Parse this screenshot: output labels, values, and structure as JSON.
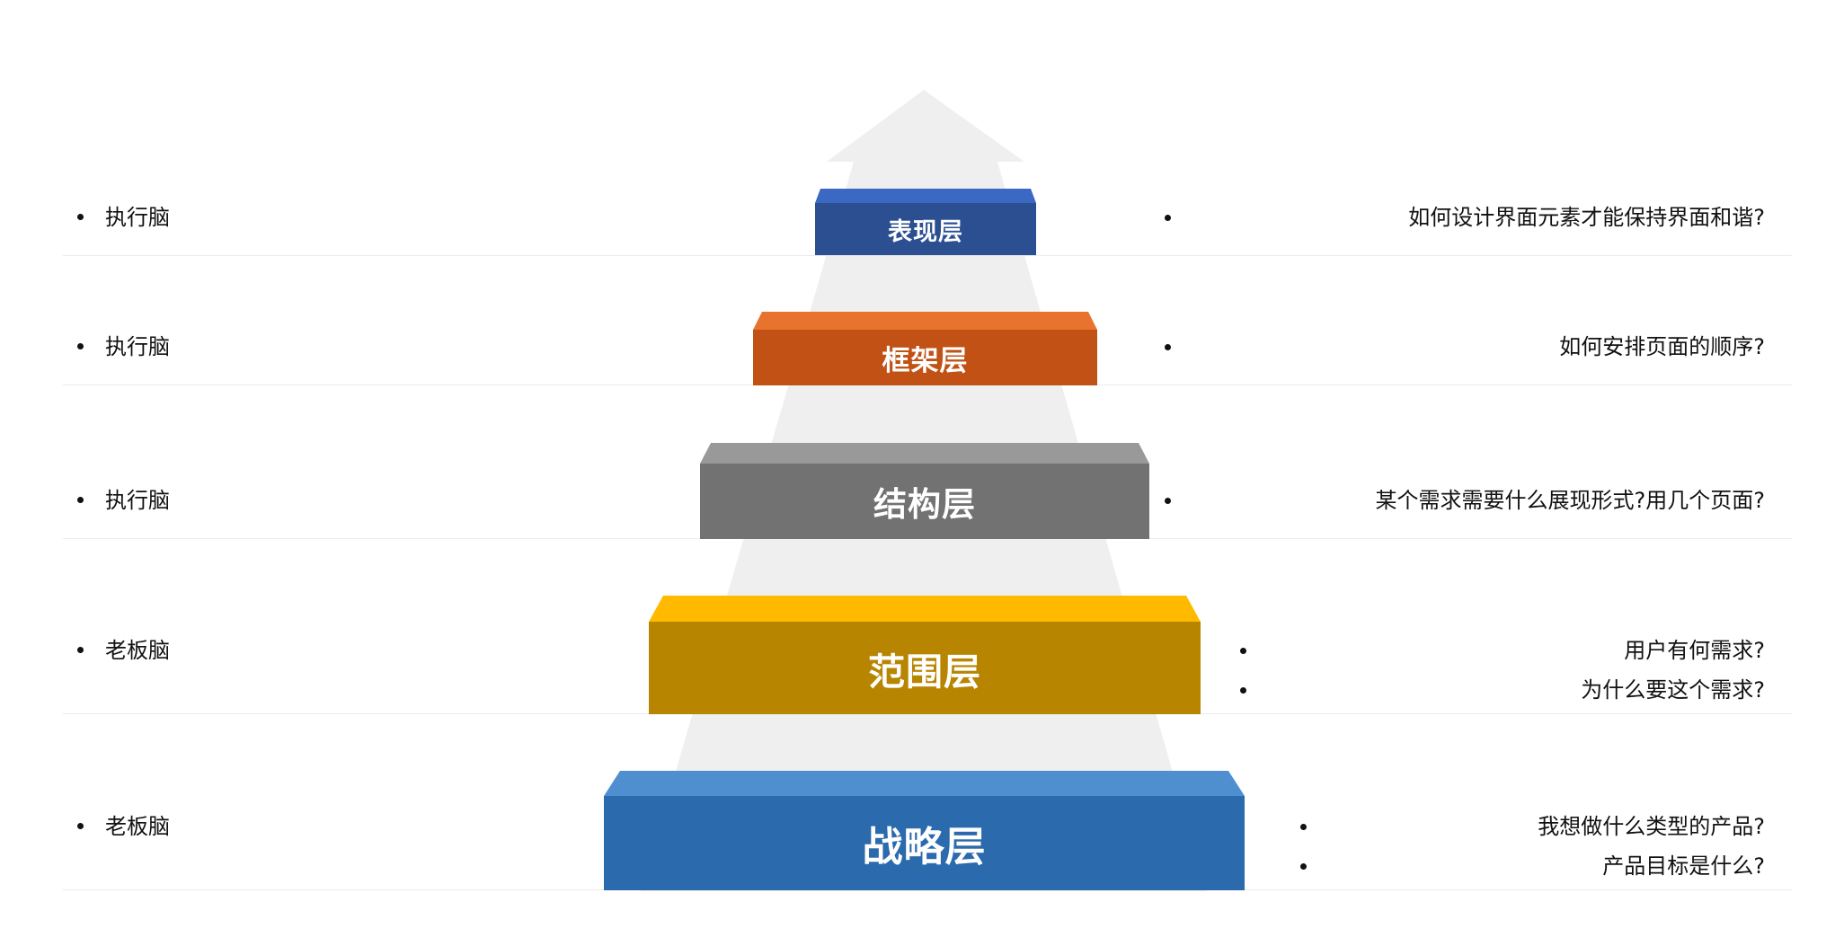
{
  "layers": [
    {
      "name": "表现层",
      "left": "执行脑",
      "right": [
        "如何设计界面元素才能保持界面和谐?"
      ],
      "face_color": "#2b4f91",
      "top_color": "#3a68c2"
    },
    {
      "name": "框架层",
      "left": "执行脑",
      "right": [
        "如何安排页面的顺序?"
      ],
      "face_color": "#c15115",
      "top_color": "#e8732e"
    },
    {
      "name": "结构层",
      "left": "执行脑",
      "right": [
        "某个需求需要什么展现形式?用几个页面?"
      ],
      "face_color": "#727272",
      "top_color": "#999999"
    },
    {
      "name": "范围层",
      "left": "老板脑",
      "right": [
        "用户有何需求?",
        "为什么要这个需求?"
      ],
      "face_color": "#b88500",
      "top_color": "#ffba00"
    },
    {
      "name": "战略层",
      "left": "老板脑",
      "right": [
        "我想做什么类型的产品?",
        "产品目标是什么?"
      ],
      "face_color": "#2a6aad",
      "top_color": "#4f8fd0"
    }
  ],
  "colors": {
    "arrow": "#efefef",
    "divider": "#ebebeb",
    "text": "#111111",
    "label": "#ffffff"
  }
}
